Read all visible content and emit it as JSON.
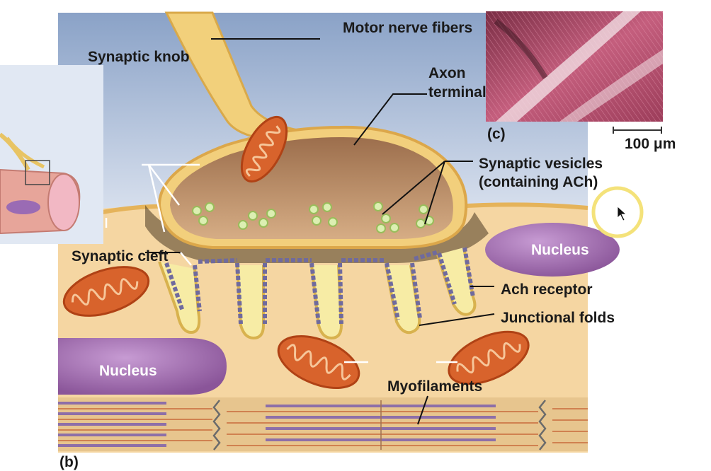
{
  "labels": {
    "motor_nerve_fibers": "Motor nerve fibers",
    "synaptic_knob": "Synaptic knob",
    "axon_terminal_line1": "Axon",
    "axon_terminal_line2": "terminal",
    "synaptic_vesicles_line1": "Synaptic vesicles",
    "synaptic_vesicles_line2": "(containing ACh)",
    "synaptic_cleft": "Synaptic cleft",
    "nucleus_right": "Nucleus",
    "nucleus_left": "Nucleus",
    "ach_receptor": "Ach receptor",
    "junctional_folds": "Junctional folds",
    "myofilaments": "Myofilaments",
    "panel_c": "(c)",
    "scale_bar": "100 μm",
    "panel_b": "(b)"
  },
  "colors": {
    "background_top": "#8fa6c9",
    "background_bottom": "#d8e0ee",
    "muscle_cytoplasm": "#f5d7a4",
    "nerve": "#f3d27e",
    "nerve_outline": "#d9a94a",
    "terminal_interior": "#c2946e",
    "vesicle": "#d8efb0",
    "mitochondrion": "#d8632c",
    "nucleus": "#a873b8",
    "receptor": "#6f6a9e",
    "micrograph": "#b24d6d",
    "cursor_highlight": "#f5e27a"
  }
}
